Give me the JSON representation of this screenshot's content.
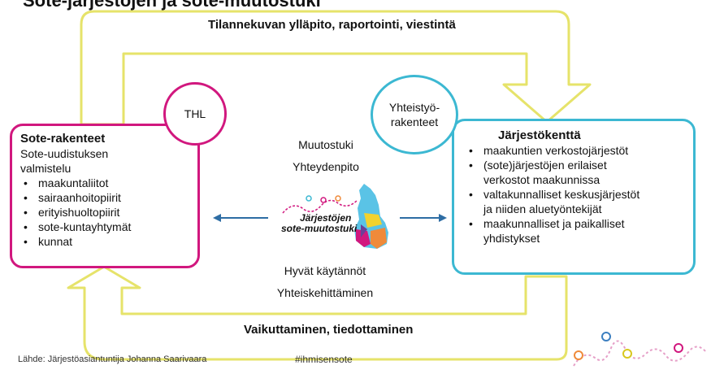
{
  "header": {
    "title": "Sote-järjestöjen ja sote-muutostuki"
  },
  "loop": {
    "top_label": "Tilannekuvan ylläpito, raportointi, viestintä",
    "bottom_label": "Vaikuttaminen, tiedottaminen",
    "color": "#e6e36a"
  },
  "left_box": {
    "title": "Sote-rakenteet",
    "intro_line1": "Sote-uudistuksen",
    "intro_line2": "valmistelu",
    "items": [
      "maakuntaliitot",
      "sairaanhoitopiirit",
      "erityishuoltopiirit",
      "sote-kuntayhtymät",
      "kunnat"
    ],
    "color": "#d1177e"
  },
  "thl_circle": {
    "label": "THL"
  },
  "yhteistyo_circle": {
    "line1": "Yhteistyö-",
    "line2": "rakenteet"
  },
  "right_box": {
    "title": "Järjestökenttä",
    "items": [
      {
        "line1": "maakuntien verkostojärjestöt",
        "line2": ""
      },
      {
        "line1": "(sote)järjestöjen erilaiset",
        "line2": "verkostot maakunnissa"
      },
      {
        "line1": "valtakunnalliset keskusjärjestöt",
        "line2": "ja niiden aluetyöntekijät"
      },
      {
        "line1": "maakunnalliset ja paikalliset",
        "line2": "yhdistykset"
      }
    ],
    "color": "#3cb8d2"
  },
  "center": {
    "top_line1": "Muutostuki",
    "top_line2": "Yhteydenpito",
    "bottom_line1": "Hyvät käytännöt",
    "bottom_line2": "Yhteiskehittäminen",
    "logo_line1": "Järjestöjen",
    "logo_line2": "sote-muutostuki",
    "arrow_color": "#2e6da4"
  },
  "footer": {
    "source": "Lähde: Järjestöasiantuntija Johanna Saarivaara",
    "hashtag": "#ihmisensote"
  }
}
